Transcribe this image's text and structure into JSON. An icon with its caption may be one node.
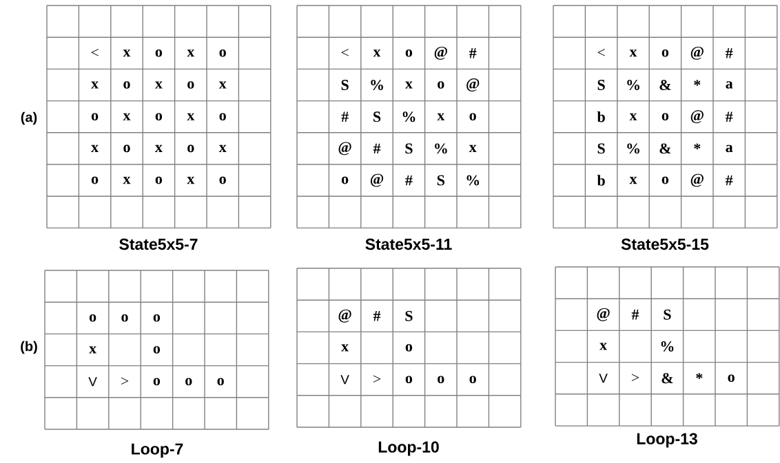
{
  "diagram": {
    "nodes": [
      {
        "text": [
          "<",
          "x",
          "o",
          "x",
          "o",
          "x",
          "o",
          "x",
          "o",
          "x",
          "o",
          "x",
          "o",
          "x",
          "o",
          "x",
          "o",
          "x",
          "o",
          "x",
          "o",
          "x",
          "o",
          "x",
          "o"
        ],
        "beside": [
          "State5x5-7"
        ]
      },
      {
        "text": [
          "<",
          "x",
          "o",
          "@",
          "#",
          "S",
          "%",
          "x",
          "o",
          "@",
          "#",
          "S",
          "%",
          "x",
          "o",
          "@",
          "#",
          "S",
          "%",
          "x",
          "o",
          "@",
          "#",
          "S",
          "%"
        ],
        "beside": [
          "State5x5-11"
        ]
      },
      {
        "text": [
          "<",
          "x",
          "o",
          "@",
          "#",
          "S",
          "%",
          "&",
          "*",
          "a",
          "b",
          "x",
          "o",
          "@",
          "#",
          "S",
          "%",
          "&",
          "*",
          "a",
          "b",
          "x",
          "o",
          "@",
          "#"
        ],
        "beside": [
          "State5x5-15"
        ]
      },
      {
        "text": [
          "o",
          "o",
          "o",
          "x",
          "o",
          "V",
          ">",
          "o",
          "o",
          "o"
        ],
        "beside": [
          "Loop-7"
        ]
      },
      {
        "text": [
          "@",
          "#",
          "S",
          "x",
          "o",
          "V",
          ">",
          "o",
          "o",
          "o"
        ],
        "beside": [
          "Loop-10"
        ]
      },
      {
        "text": [
          "@",
          "#",
          "S",
          "x",
          "%",
          "V",
          ">",
          "&",
          "*",
          "o"
        ],
        "beside": [
          "Loop-13"
        ]
      }
    ],
    "labels": [
      "(a)",
      "(b)"
    ]
  }
}
